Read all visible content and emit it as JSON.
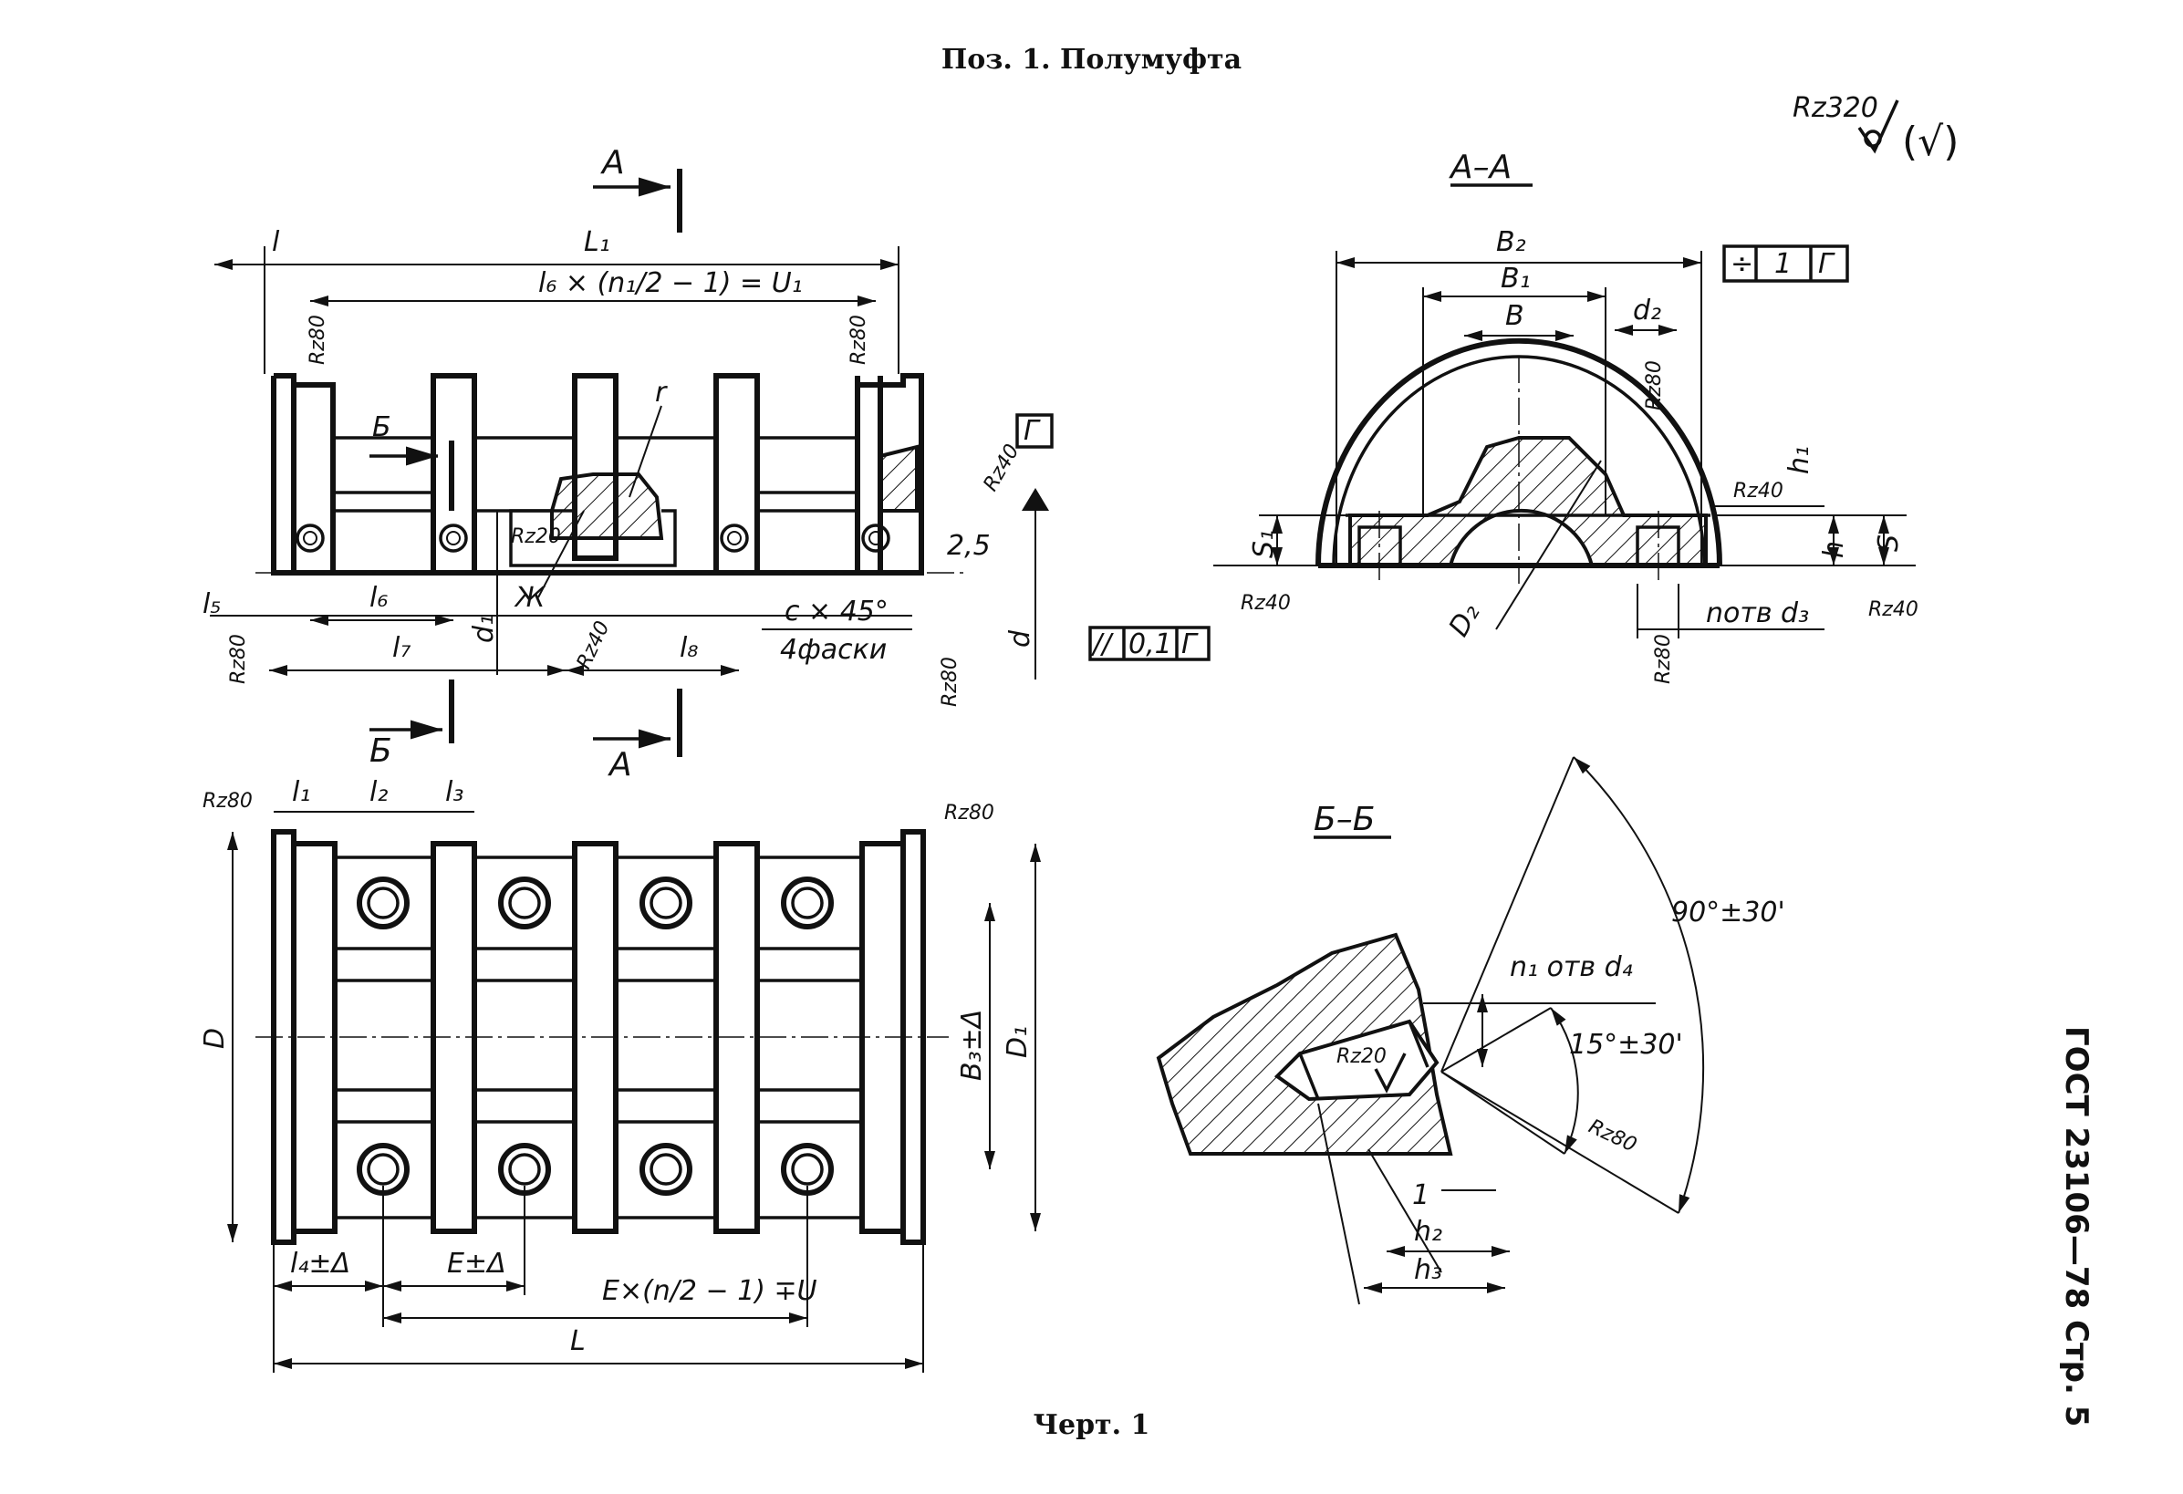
{
  "page": {
    "title": "Поз. 1. Полумуфта",
    "caption": "Черт. 1",
    "side_text": "ГОСТ 23106—78 Стр. 5"
  },
  "roughness_general": {
    "value": "Rz320",
    "note": "(√)"
  },
  "front_view": {
    "dims": {
      "l": "l",
      "L1": "L₁",
      "formula": "l₆ × (n₁/2 − 1) = U₁",
      "l5": "l₅",
      "l6": "l₆",
      "l7": "l₇",
      "l8": "l₈",
      "d1": "d₁",
      "d": "d",
      "r": "r",
      "zh": "Ж",
      "b_mark": "Б",
      "chamfer": "c × 45°",
      "chamfer_note": "4фаски",
      "g_base": "Г",
      "val_2_5": "2,5"
    },
    "roughness": {
      "rz80": "Rz80",
      "rz40": "Rz40",
      "rz20": "Rz20"
    },
    "section_A_top": "A",
    "section_A_bottom": "A",
    "section_B_bottom": "Б",
    "tolerance_frame": {
      "symbol": "//",
      "value": "0,1",
      "base": "Г"
    }
  },
  "plan_view": {
    "dims": {
      "l1": "l₁",
      "l2": "l₂",
      "l3": "l₃",
      "D": "D",
      "D1": "D₁",
      "B3": "B₃±Δ",
      "l4": "l₄±Δ",
      "E": "E±Δ",
      "formula": "E×(n/2 − 1) ∓U",
      "L": "L"
    },
    "roughness": {
      "left": "Rz80",
      "right": "Rz80"
    }
  },
  "section_AA": {
    "label": "A–A",
    "dims": {
      "B2": "B₂",
      "B1": "B₁",
      "B": "B",
      "d2": "d₂",
      "h1": "h₁",
      "h": "h",
      "S": "S",
      "S1": "S₁",
      "D2": "D₂",
      "holes": "nотв d₃"
    },
    "tolerance_frame": {
      "symbol": "÷",
      "value": "1",
      "base": "Г"
    },
    "roughness": {
      "rz80": "Rz80",
      "rz40": "Rz40"
    }
  },
  "section_BB": {
    "label": "Б–Б",
    "dims": {
      "holes": "n₁ отв d₄",
      "angle_big": "90°±30'",
      "angle_small": "15°±30'",
      "one": "1",
      "h2": "h₂",
      "h3": "h₃"
    },
    "roughness": {
      "rz20": "Rz20",
      "rz80": "Rz80"
    }
  }
}
